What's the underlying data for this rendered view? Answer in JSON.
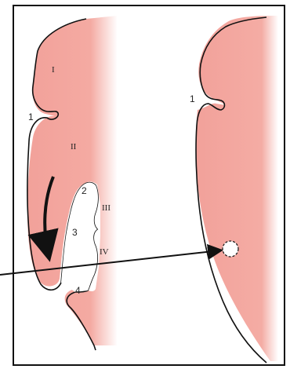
{
  "colors": {
    "tissue": "#f2a19a",
    "tissue_edge": "#e88379",
    "outline": "#111111",
    "background": "#ffffff",
    "arrow": "#111111"
  },
  "left_figure": {
    "regions": [
      "I",
      "II",
      "III",
      "IV"
    ],
    "numbers": [
      "1",
      "2",
      "3",
      "4"
    ],
    "flow_arrow": "curved-down-arrow"
  },
  "right_figure": {
    "numbers": [
      "1"
    ],
    "marker": "dashed-circle"
  },
  "pointer": {
    "icon": "pointer-arrow"
  }
}
